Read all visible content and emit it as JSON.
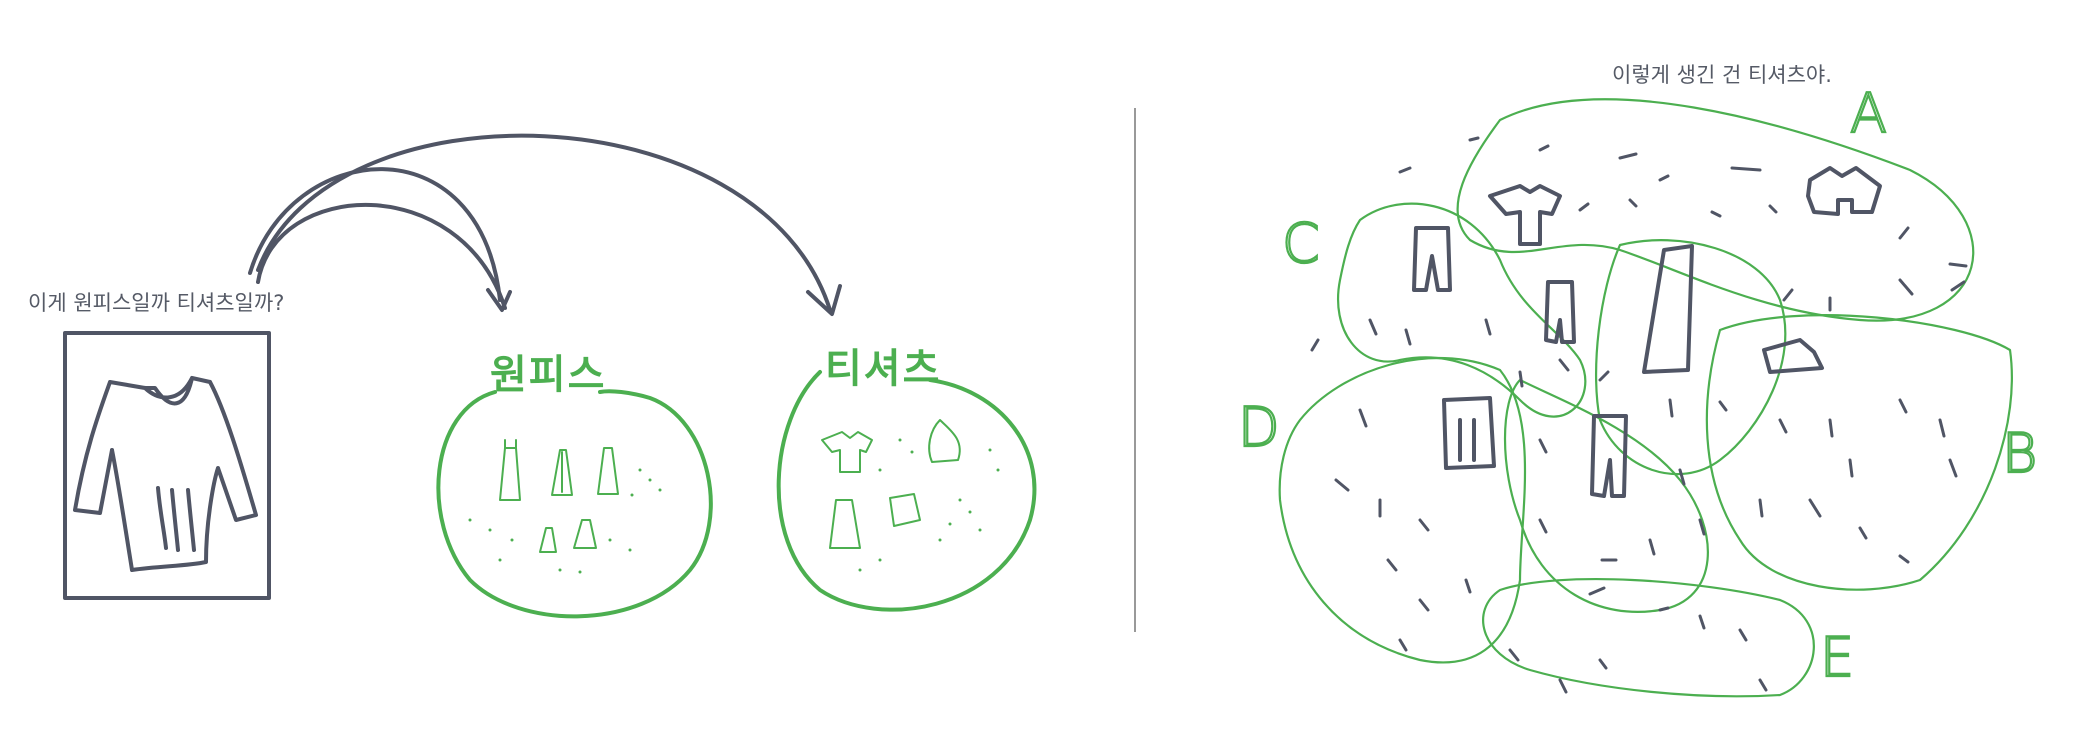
{
  "left": {
    "question": "이게 원피스일까 티셔츠일까?",
    "categories": [
      "원피스",
      "티셔츠"
    ]
  },
  "right": {
    "caption": "이렇게 생긴 건 티셔츠야.",
    "clusters": [
      "A",
      "B",
      "C",
      "D",
      "E"
    ]
  },
  "colors": {
    "ink": "#505565",
    "accent": "#4caf50",
    "divider": "#999999"
  }
}
